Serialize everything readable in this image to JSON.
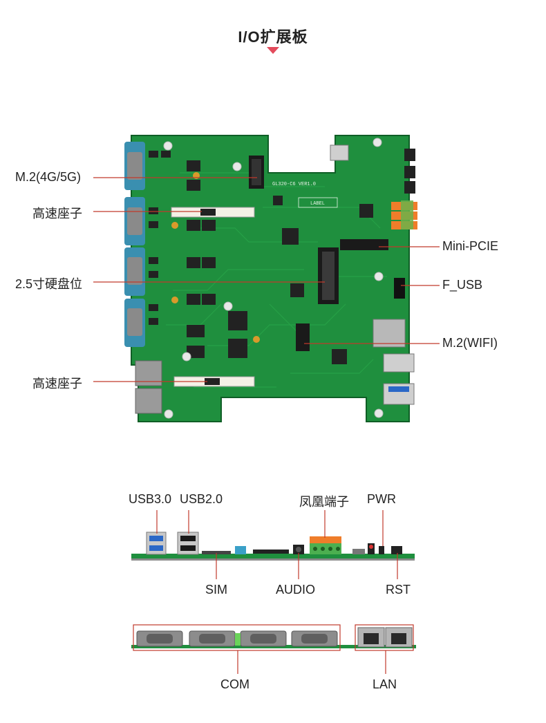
{
  "title": "I/O扩展板",
  "board": {
    "left_labels": [
      "M.2(4G/5G)",
      "高速座子",
      "2.5寸硬盘位",
      "高速座子"
    ],
    "right_labels": [
      "Mini-PCIE",
      "F_USB",
      "M.2(WIFI)"
    ],
    "silkscreen": [
      "GL320-C6 VER1.0",
      "LABEL"
    ]
  },
  "io_top": {
    "labels_above": [
      "USB3.0",
      "USB2.0",
      "凤凰端子",
      "PWR"
    ],
    "labels_below": [
      "SIM",
      "AUDIO",
      "RST"
    ]
  },
  "io_bottom": {
    "labels": [
      "COM",
      "LAN"
    ]
  },
  "colors": {
    "pcb": "#1f8f3e",
    "pcb_dark": "#146b2c",
    "callout_red": "#c0392b",
    "pointer": "#e34b5c"
  }
}
